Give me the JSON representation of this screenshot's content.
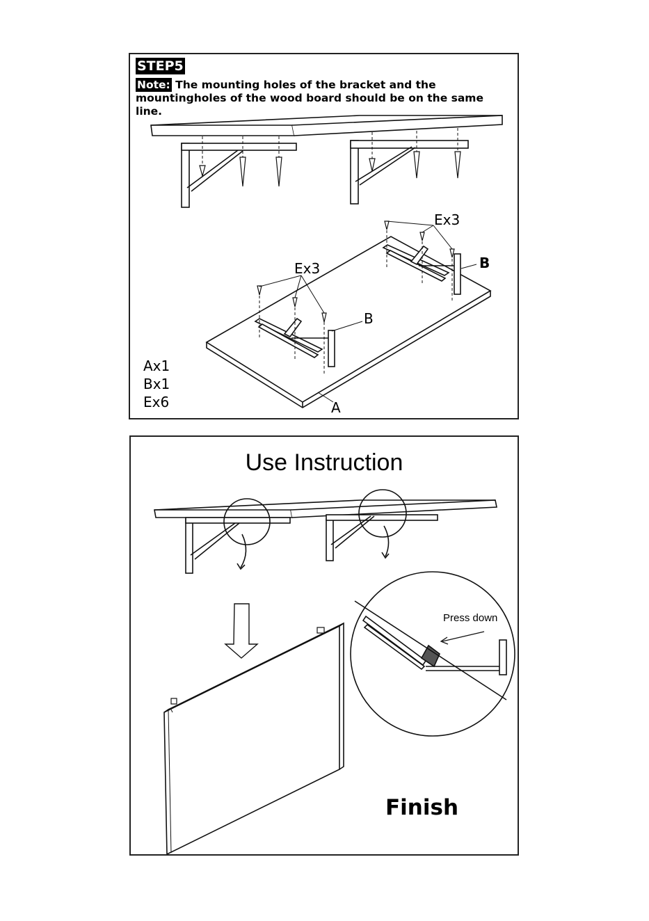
{
  "step5": {
    "step_label": "STEP5",
    "note_label": "Note:",
    "note_text": "The mounting holes of the bracket and the mountingholes of the wood board should be on the same line.",
    "callout_e_top": "Ex3",
    "callout_e_left": "Ex3",
    "callout_b_right": "B",
    "callout_b_left": "B",
    "callout_a": "A",
    "parts": [
      "Ax1",
      "Bx1",
      "Ex6"
    ]
  },
  "use": {
    "title": "Use Instruction",
    "press_label": "Press down",
    "finish_label": "Finish"
  },
  "icons": [
    "screw-icon",
    "bracket-icon",
    "tabletop-icon",
    "down-arrow-icon",
    "rotate-arrow-icon",
    "magnifier-circle-icon"
  ]
}
